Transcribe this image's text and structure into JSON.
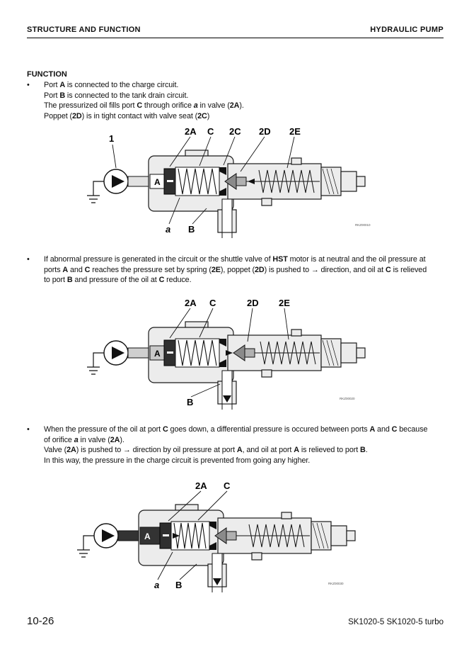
{
  "header": {
    "left": "STRUCTURE AND FUNCTION",
    "right": "HYDRAULIC PUMP"
  },
  "footer": {
    "page_number": "10-26",
    "model": "SK1020-5 SK1020-5 turbo"
  },
  "section": {
    "title": "FUNCTION"
  },
  "bullets": [
    {
      "segments": [
        {
          "t": "Port "
        },
        {
          "t": "A",
          "b": 1
        },
        {
          "t": " is connected to the charge circuit."
        },
        {
          "br": 1
        },
        {
          "t": "Port "
        },
        {
          "t": "B",
          "b": 1
        },
        {
          "t": " is connected to the tank drain circuit."
        },
        {
          "br": 1
        },
        {
          "t": "The pressurized oil fills port "
        },
        {
          "t": "C",
          "b": 1
        },
        {
          "t": " through orifice "
        },
        {
          "t": "a",
          "b": 1,
          "i": 1
        },
        {
          "t": " in valve ("
        },
        {
          "t": "2A",
          "b": 1
        },
        {
          "t": ")."
        },
        {
          "br": 1
        },
        {
          "t": "Poppet ("
        },
        {
          "t": "2D",
          "b": 1
        },
        {
          "t": ") is in tight contact with valve seat ("
        },
        {
          "t": "2C",
          "b": 1
        },
        {
          "t": ")"
        }
      ]
    },
    {
      "segments": [
        {
          "t": "If abnormal pressure is generated in the circuit or the shuttle valve of "
        },
        {
          "t": "HST",
          "b": 1
        },
        {
          "t": " motor is at neutral and the oil pressure at ports "
        },
        {
          "t": "A",
          "b": 1
        },
        {
          "t": " and "
        },
        {
          "t": "C",
          "b": 1
        },
        {
          "t": " reaches the pressure set by spring ("
        },
        {
          "t": "2E",
          "b": 1
        },
        {
          "t": "), poppet ("
        },
        {
          "t": "2D",
          "b": 1
        },
        {
          "t": ") is pushed to "
        },
        {
          "t": "→",
          "b": 1
        },
        {
          "t": " direction, and oil at "
        },
        {
          "t": "C",
          "b": 1
        },
        {
          "t": " is relieved to port "
        },
        {
          "t": "B",
          "b": 1
        },
        {
          "t": " and pressure of the oil at "
        },
        {
          "t": "C",
          "b": 1
        },
        {
          "t": " reduce."
        }
      ]
    },
    {
      "segments": [
        {
          "t": "When the pressure of the oil at port "
        },
        {
          "t": "C",
          "b": 1
        },
        {
          "t": " goes down, a differential pressure is occured between ports "
        },
        {
          "t": "A",
          "b": 1
        },
        {
          "t": " and "
        },
        {
          "t": "C",
          "b": 1
        },
        {
          "t": " because of orifice "
        },
        {
          "t": "a",
          "b": 1,
          "i": 1
        },
        {
          "t": " in valve ("
        },
        {
          "t": "2A",
          "b": 1
        },
        {
          "t": ")."
        },
        {
          "br": 1
        },
        {
          "t": "Valve ("
        },
        {
          "t": "2A",
          "b": 1
        },
        {
          "t": ") is pushed to "
        },
        {
          "t": "→",
          "b": 1
        },
        {
          "t": " direction by oil pressure at port "
        },
        {
          "t": "A",
          "b": 1
        },
        {
          "t": ", and oil at port "
        },
        {
          "t": "A",
          "b": 1
        },
        {
          "t": " is relieved to port "
        },
        {
          "t": "B",
          "b": 1
        },
        {
          "t": "."
        },
        {
          "br": 1
        },
        {
          "t": "In this way, the pressure in the charge circuit is prevented from going any higher."
        }
      ]
    }
  ],
  "diagrams": [
    {
      "code": "RKZ00010",
      "labels": {
        "pump": "1",
        "top": [
          "2A",
          "C",
          "2C",
          "2D",
          "2E"
        ],
        "port": "A",
        "bottom": [
          "a",
          "B"
        ]
      }
    },
    {
      "code": "RKZ00020",
      "labels": {
        "top": [
          "2A",
          "C",
          "2D",
          "2E"
        ],
        "port": "A",
        "bottom": [
          "B"
        ]
      }
    },
    {
      "code": "RKZ00030",
      "labels": {
        "top": [
          "2A",
          "C"
        ],
        "port": "A",
        "bottom": [
          "a",
          "B"
        ]
      }
    }
  ]
}
